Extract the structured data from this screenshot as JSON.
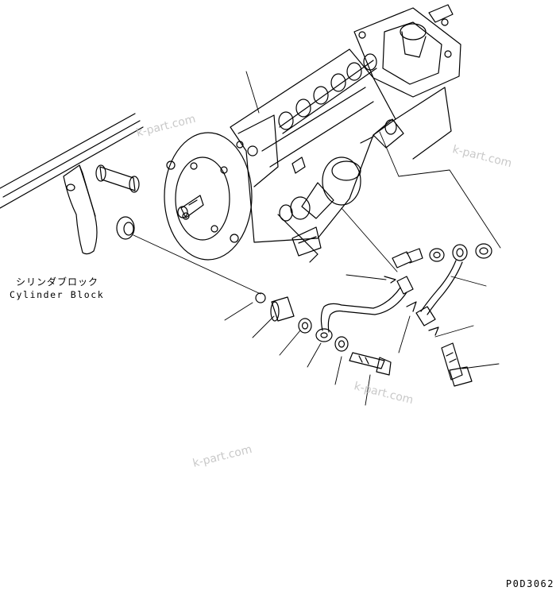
{
  "labels": {
    "cylinder_block_jp": "シリンダブロック",
    "cylinder_block_en": "Cylinder Block",
    "drawing_code": "P0D3062"
  },
  "watermark": "k-part.com",
  "colors": {
    "line": "#000000",
    "watermark": "#c9c9c9",
    "background": "#ffffff"
  }
}
